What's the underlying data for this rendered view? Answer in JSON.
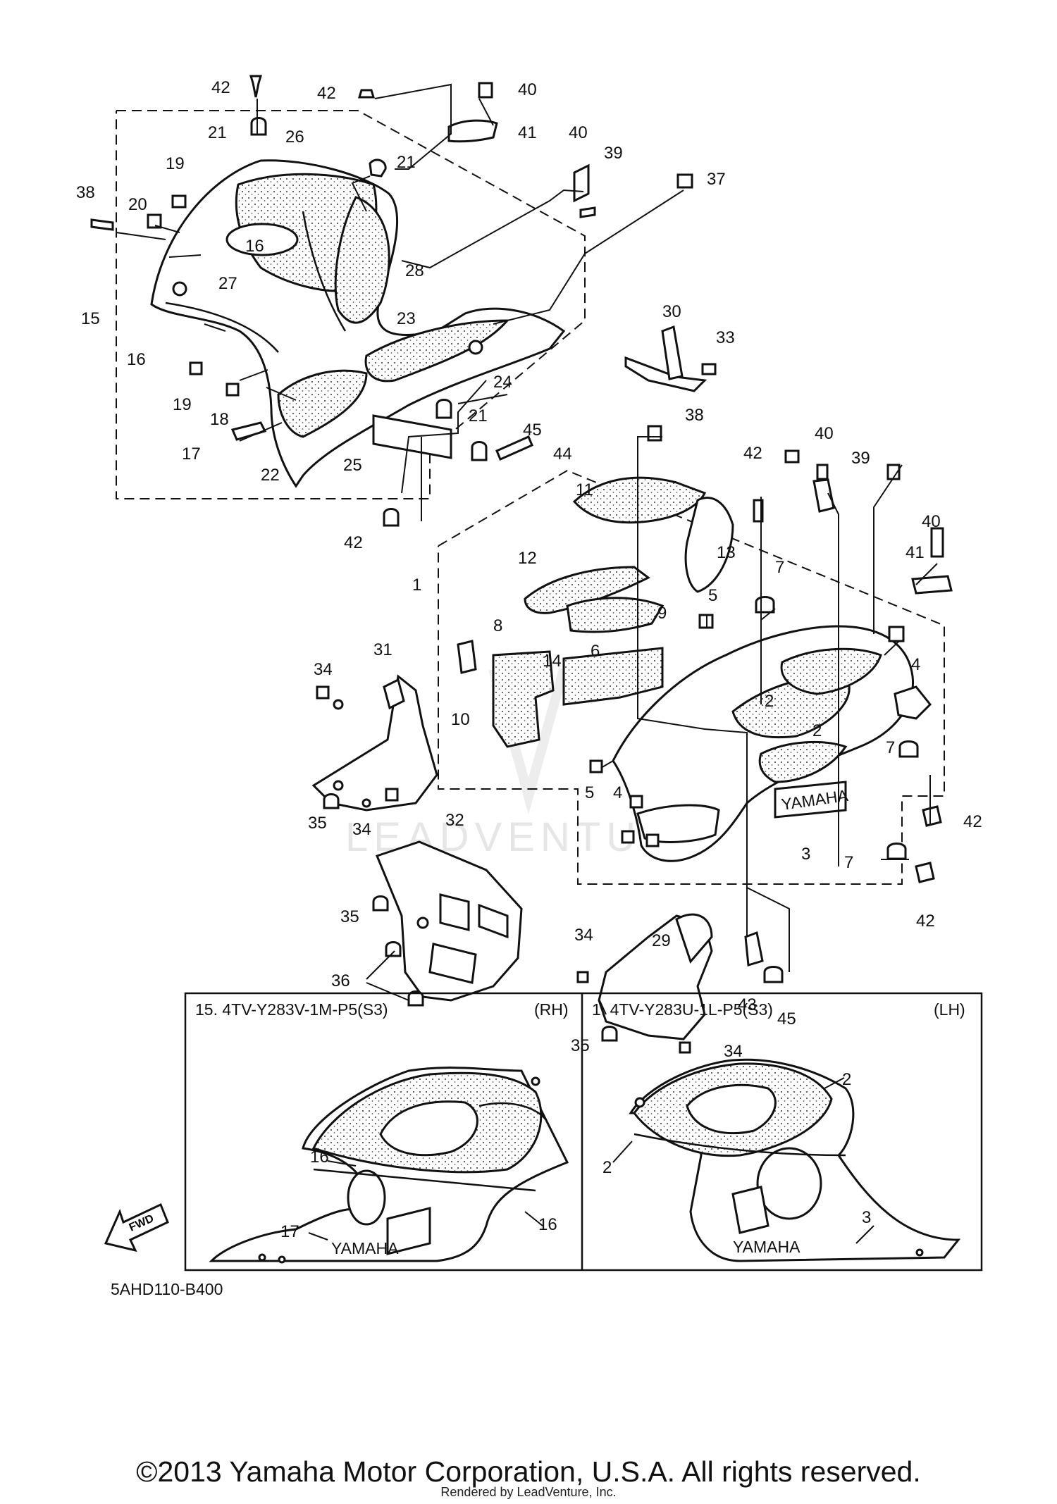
{
  "main_labels": [
    "42",
    "42",
    "40",
    "41",
    "21",
    "26",
    "40",
    "39",
    "21",
    "19",
    "37",
    "38",
    "20",
    "16",
    "28",
    "27",
    "15",
    "23",
    "30",
    "33",
    "16",
    "24",
    "19",
    "18",
    "21",
    "38",
    "45",
    "44",
    "17",
    "22",
    "25",
    "42",
    "40",
    "39",
    "11",
    "42",
    "13",
    "40",
    "1",
    "12",
    "41",
    "7",
    "5",
    "8",
    "9",
    "14",
    "6",
    "4",
    "31",
    "34",
    "2",
    "10",
    "2",
    "7",
    "5",
    "4",
    "34",
    "35",
    "42",
    "32",
    "3",
    "7",
    "35",
    "42",
    "34",
    "29",
    "36",
    "43",
    "45",
    "35",
    "34"
  ],
  "color_boxes": {
    "rh": {
      "title": "15. 4TV-Y283V-1M-P5(S3)",
      "side": "(RH)",
      "callouts": [
        "16",
        "16",
        "17"
      ]
    },
    "lh": {
      "title": "1. 4TV-Y283U-1L-P5(S3)",
      "side": "(LH)",
      "callouts": [
        "2",
        "2",
        "3"
      ]
    }
  },
  "decals": {
    "brand": "YAMAHA",
    "fwd": "FWD"
  },
  "diagram_code": "5AHD110-B400",
  "watermark": "LEADVENTURE",
  "footer": {
    "copyright": "©2013 Yamaha Motor Corporation, U.S.A. All rights reserved.",
    "rendered_by": "Rendered by LeadVenture, Inc."
  }
}
